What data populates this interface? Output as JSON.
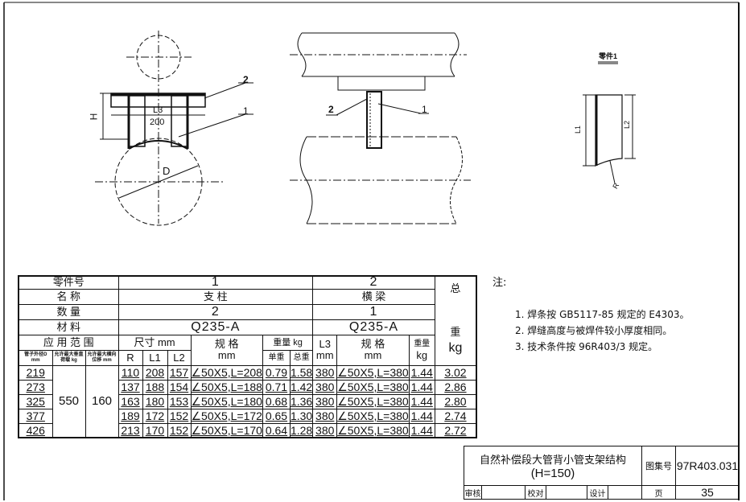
{
  "drawing": {
    "part_label_1": "1",
    "part_label_2": "2",
    "dim_H": "H",
    "dim_L3": "L3",
    "dim_200": "200",
    "dim_D": "D",
    "detail_title": "零件1",
    "dim_L1": "L1",
    "dim_L2": "L2",
    "dim_R": "R"
  },
  "table": {
    "row_part_no": {
      "label": "零件号",
      "p1": "1",
      "p2": "2"
    },
    "row_name": {
      "label": "名 称",
      "p1": "支 柱",
      "p2": "横 梁"
    },
    "row_qty": {
      "label": "数 量",
      "p1": "2",
      "p2": "1"
    },
    "row_material": {
      "label": "材 料",
      "p1": "Q235-A",
      "p2": "Q235-A"
    },
    "total_weight": {
      "top": "总",
      "mid": "重",
      "unit": "kg"
    },
    "scope": "应 用 范 围",
    "size_mm": "尺寸 mm",
    "spec": "规 格",
    "spec_unit": "mm",
    "weight_kg": "重量 kg",
    "L3": "L3",
    "L3_unit": "mm",
    "spec2": "规 格",
    "spec2_unit": "mm",
    "weight2": "重量",
    "weight2_unit": "kg",
    "sub": {
      "pipe_od": "管子外径D mm",
      "max_vload": "允许最大垂直荷载 kg",
      "max_disp": "允许最大横向位移 mm",
      "R": "R",
      "L1": "L1",
      "L2": "L2",
      "unit_w": "单重",
      "total_w": "总重"
    },
    "max_vload_value": "550",
    "max_disp_value": "160",
    "rows": [
      {
        "D": "219",
        "R": "110",
        "L1": "208",
        "L2": "157",
        "spec1": "∠50X5,L=208",
        "uw": "0.79",
        "tw": "1.58",
        "L3": "380",
        "spec2": "∠50X5,L=380",
        "w2": "1.44",
        "total": "3.02"
      },
      {
        "D": "273",
        "R": "137",
        "L1": "188",
        "L2": "154",
        "spec1": "∠50X5,L=188",
        "uw": "0.71",
        "tw": "1.42",
        "L3": "380",
        "spec2": "∠50X5,L=380",
        "w2": "1.44",
        "total": "2.86"
      },
      {
        "D": "325",
        "R": "163",
        "L1": "180",
        "L2": "153",
        "spec1": "∠50X5,L=180",
        "uw": "0.68",
        "tw": "1.36",
        "L3": "380",
        "spec2": "∠50X5,L=380",
        "w2": "1.44",
        "total": "2.80"
      },
      {
        "D": "377",
        "R": "189",
        "L1": "172",
        "L2": "152",
        "spec1": "∠50X5,L=172",
        "uw": "0.65",
        "tw": "1.30",
        "L3": "380",
        "spec2": "∠50X5,L=380",
        "w2": "1.44",
        "total": "2.74"
      },
      {
        "D": "426",
        "R": "213",
        "L1": "170",
        "L2": "152",
        "spec1": "∠50X5,L=170",
        "uw": "0.64",
        "tw": "1.28",
        "L3": "380",
        "spec2": "∠50X5,L=380",
        "w2": "1.44",
        "total": "2.72"
      }
    ]
  },
  "notes": {
    "heading": "注:",
    "items": [
      "1. 焊条按 GB5117-85 规定的 E4303。",
      "2. 焊缝高度与被焊件较小厚度相同。",
      "3. 技术条件按 96R403/3 规定。"
    ]
  },
  "title_block": {
    "title": "自然补偿段大管背小管支架结构",
    "subtitle": "(H=150)",
    "atlas_label": "图集号",
    "atlas_no": "97R403.031",
    "review": "审核",
    "check": "校对",
    "design": "设计",
    "page_label": "页",
    "page_no": "35"
  }
}
